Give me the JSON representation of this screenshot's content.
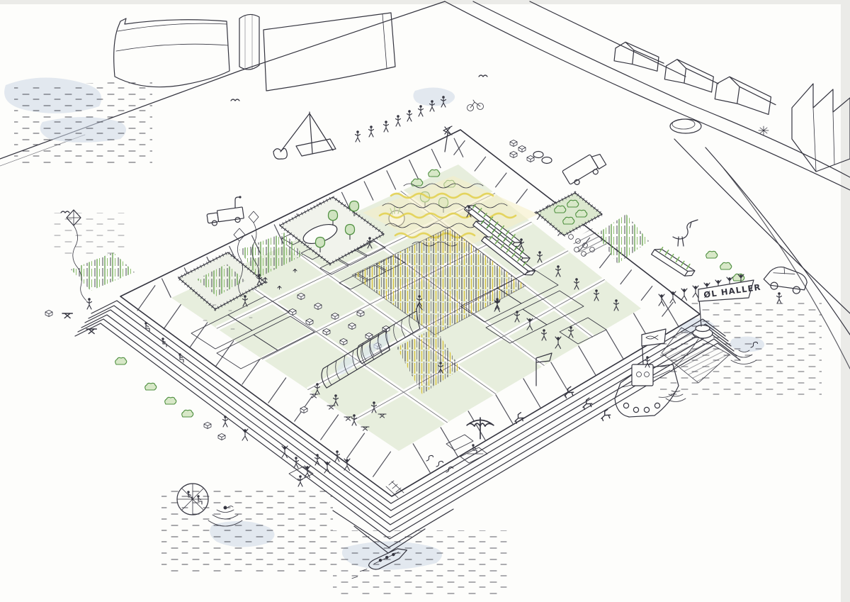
{
  "title": "Hand-drawn aerial sketch of a floating harbour farm island",
  "labels": {
    "buoy_pennant": "ØL HALLER"
  },
  "colors": {
    "ink": "#34343f",
    "paper": "#ffffff",
    "scan_edge": "#ebebe8",
    "wash_blue": "#ccd7e5",
    "wash_green": "#e7eedd",
    "wash_green2": "#dce8cf",
    "glass_blue": "#d8e4f0",
    "veg_green": "#79b25c",
    "veg_green_dark": "#4e8f3f",
    "veg_green_bright": "#52a835",
    "accent_yellow": "#e2cf4a",
    "pale_yellow": "#f6efc4",
    "court_floor": "#f1f3ec"
  },
  "scene": {
    "elements": [
      {
        "name": "farm-platform",
        "description": "large floating rectangular island covered by community garden plots"
      },
      {
        "name": "promenade-ring",
        "description": "paved slab walkway ring around the garden"
      },
      {
        "name": "terraced-steps",
        "description": "stepped terraces down to the water on the south-west and south-east edges"
      },
      {
        "name": "garden-grid",
        "description": "grid of paths dividing the garden into planted plots"
      },
      {
        "name": "greenhouses",
        "description": "two ribbed polytunnel hoop greenhouses"
      },
      {
        "name": "wheat-field",
        "description": "dense tall wheat and grass patch in the centre"
      },
      {
        "name": "wavy-crop-field",
        "description": "field of wavy crop rows highlighted yellow"
      },
      {
        "name": "cold-frames",
        "description": "grid of small glazed cold-frame beds"
      },
      {
        "name": "orchard-courtyard",
        "description": "walled courtyard with fruit trees and a pond"
      },
      {
        "name": "planter-courtyard",
        "description": "walled courtyard planted with green vegetables"
      },
      {
        "name": "reed-courtyard",
        "description": "walled courtyard with tall reeds"
      },
      {
        "name": "beehive-boxes",
        "description": "cluster of small white hive boxes"
      },
      {
        "name": "market-stalls",
        "description": "trestle tables with visitors"
      },
      {
        "name": "lawn-with-kites",
        "description": "open lawn where people fly a yellow and a blue kite"
      },
      {
        "name": "harbour-crane",
        "description": "derrick crane with clamshell grab at the north corner"
      },
      {
        "name": "tugboat",
        "description": "tug with a fish pennant moored at the east corner"
      },
      {
        "name": "flag-buoy",
        "description": "buoy with pole flying the ØL HALLER pennant"
      },
      {
        "name": "conga-line",
        "description": "chain of dancing figures near the east corner"
      },
      {
        "name": "heron",
        "description": "wading bird standing on a planter"
      },
      {
        "name": "ship-bow",
        "description": "bow of a large ship moored at the upper-left quay"
      },
      {
        "name": "silo",
        "description": "cylindrical harbour silo"
      },
      {
        "name": "warehouse-building",
        "description": "large rectangular harbour building"
      },
      {
        "name": "gabled-houses",
        "description": "row of three pitched-roof houses by the road"
      },
      {
        "name": "sawtooth-building",
        "description": "factory building with sawtooth roof at far right"
      },
      {
        "name": "roundabout",
        "description": "small oval traffic roundabout"
      },
      {
        "name": "roads",
        "description": "curving streets in the upper right"
      },
      {
        "name": "car",
        "description": "car driving on the right-hand road"
      },
      {
        "name": "delivery-truck",
        "description": "small truck on the north-west promenade"
      },
      {
        "name": "van",
        "description": "van parked on the road north-east of the island"
      },
      {
        "name": "motorboat",
        "description": "small motorboat in the water at the bottom"
      },
      {
        "name": "round-float",
        "description": "small round floating platform with two figures"
      },
      {
        "name": "swimmer",
        "description": "swimmer in rippling water near the south corner"
      },
      {
        "name": "umbrella-lounger",
        "description": "parasol with deck chair on the south-east steps"
      },
      {
        "name": "water",
        "description": "harbour water indicated with dashes, ripples and blue washes"
      },
      {
        "name": "gulls",
        "description": "sea gulls sketched as small v shapes"
      }
    ]
  }
}
